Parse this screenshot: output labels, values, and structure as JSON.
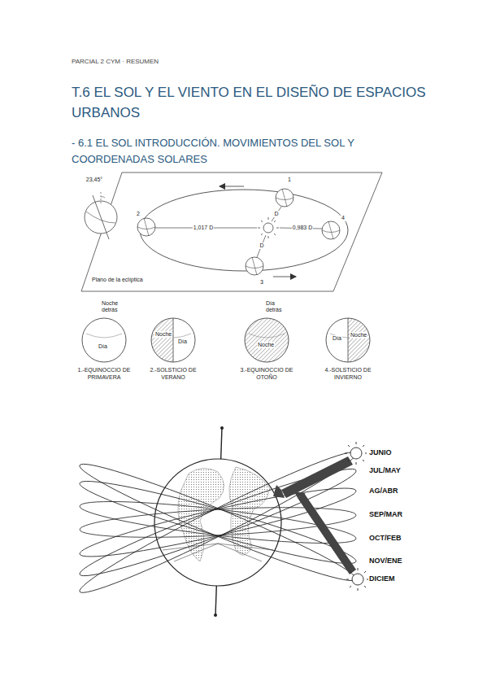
{
  "diagram": {
    "title": "T.6 EL SOL Y EL VIENTO EN EL DISEÑO DE ESPACIOS URBANOS",
    "nodes": [
      {
        "text": [
          "Noche detrás",
          "Día",
          "1.-EQUINOCCIO DE PRIMAVERA"
        ]
      },
      {
        "text": [
          "Noche",
          "Día",
          "2.-SOLSTICIO DE VERANO"
        ]
      },
      {
        "text": [
          "Día detrás",
          "Noche",
          "3.-EQUINOCCIO DE OTOÑO"
        ]
      },
      {
        "text": [
          "Día",
          "Noche",
          "4.-SOLSTICIO DE INVIERNO"
        ]
      }
    ],
    "labels": [
      "PARCIAL 2 CYM · RESUMEN",
      "- 6.1 EL SOL INTRODUCCIÓN. MOVIMIENTOS DEL SOL Y COORDENADAS SOLARES",
      "23,45°",
      "1",
      "2",
      "1,017 D",
      "D",
      "0,983 D",
      "4",
      "D",
      "3",
      "Plano de la eclíptica",
      "JUNIO",
      "JUL/MAY",
      "AG/ABR",
      "SEP/MAR",
      "OCT/FEB",
      "NOV/ENE",
      "DICIEM"
    ]
  }
}
